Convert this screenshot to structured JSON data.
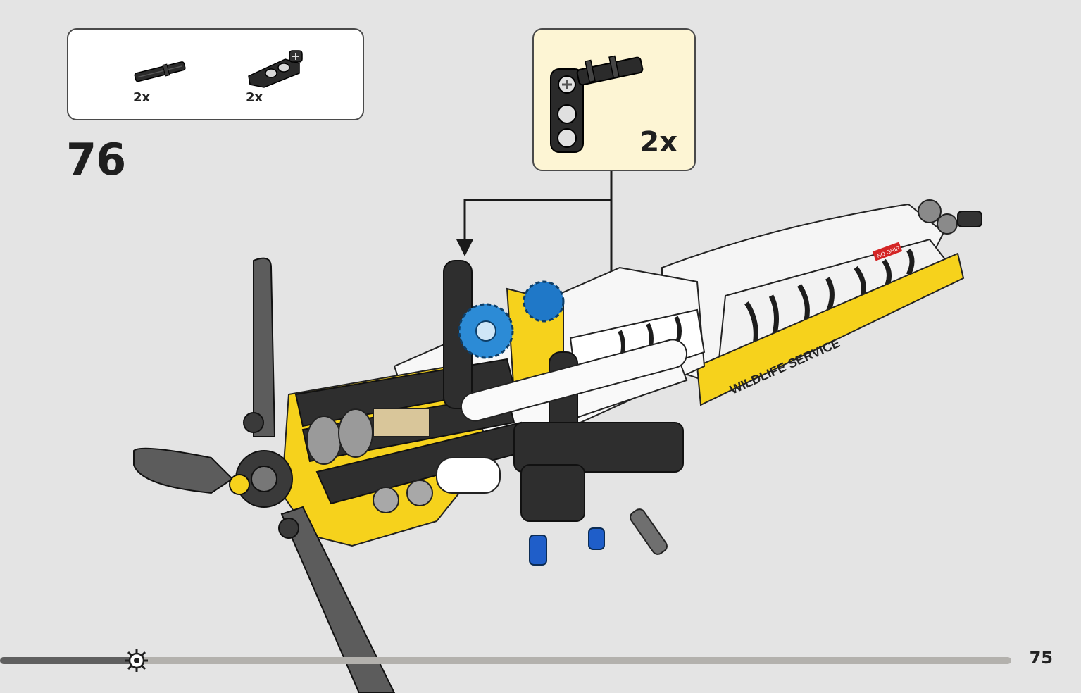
{
  "parts_list": {
    "items": [
      {
        "icon": "axle-icon",
        "quantity": "2x"
      },
      {
        "icon": "axle-pin-connector-icon",
        "quantity": "2x"
      }
    ]
  },
  "step": {
    "number": "76"
  },
  "callout": {
    "icon": "subassembly-icon",
    "quantity": "2x"
  },
  "model": {
    "sticker_text": "WILDLIFE SERVICE",
    "warning_label": "NO GRIP"
  },
  "progress": {
    "fraction": 0.135,
    "marker_icon": "gear-icon"
  },
  "page": {
    "number": "75"
  },
  "colors": {
    "background": "#e4e4e4",
    "callout_background": "#fdf5d4",
    "model_yellow": "#f6d21c",
    "model_blue": "#1f78c8",
    "progress_track": "#b3b1ad",
    "progress_fill": "#5f5f5f"
  }
}
